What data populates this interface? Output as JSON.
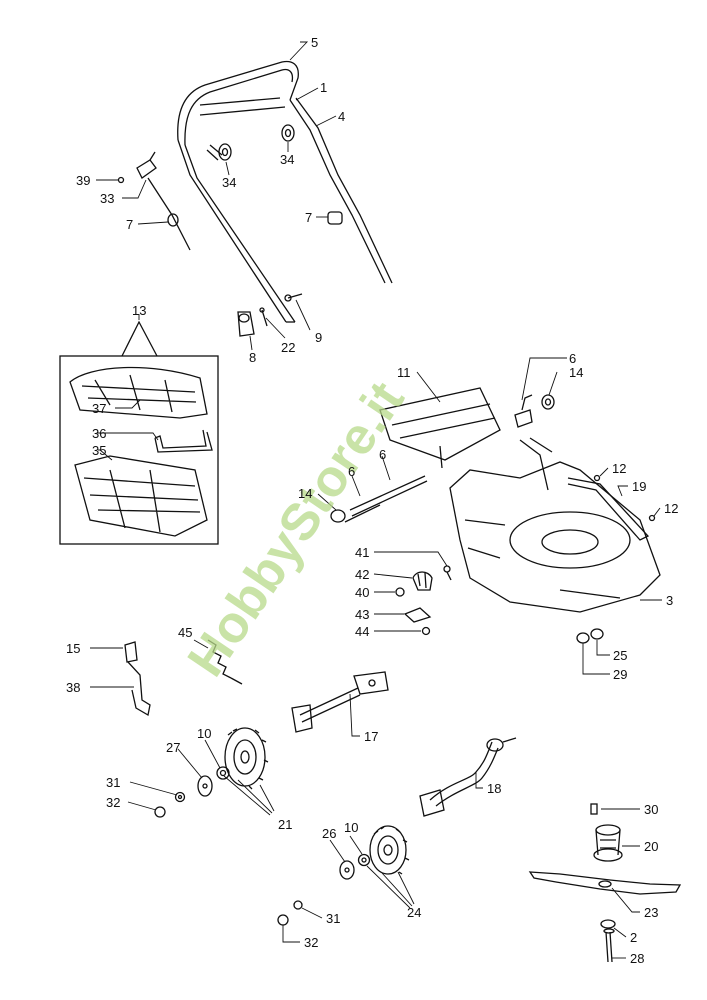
{
  "watermark": "HobbyStore.it",
  "accent_color": "#b7d98a",
  "parts": {
    "p1": "1",
    "p2": "2",
    "p3": "3",
    "p4": "4",
    "p5": "5",
    "p6a": "6",
    "p6b": "6",
    "p6c": "6",
    "p7a": "7",
    "p7b": "7",
    "p8": "8",
    "p9": "9",
    "p10a": "10",
    "p10b": "10",
    "p11": "11",
    "p12a": "12",
    "p12b": "12",
    "p13": "13",
    "p14a": "14",
    "p14b": "14",
    "p15": "15",
    "p17": "17",
    "p18": "18",
    "p19": "19",
    "p20": "20",
    "p21": "21",
    "p22": "22",
    "p23": "23",
    "p24": "24",
    "p25": "25",
    "p26": "26",
    "p27": "27",
    "p28": "28",
    "p29": "29",
    "p30": "30",
    "p31a": "31",
    "p31b": "31",
    "p32a": "32",
    "p32b": "32",
    "p33": "33",
    "p34a": "34",
    "p34b": "34",
    "p35": "35",
    "p36": "36",
    "p37": "37",
    "p38": "38",
    "p39": "39",
    "p40": "40",
    "p41": "41",
    "p42": "42",
    "p43": "43",
    "p44": "44",
    "p45": "45"
  }
}
